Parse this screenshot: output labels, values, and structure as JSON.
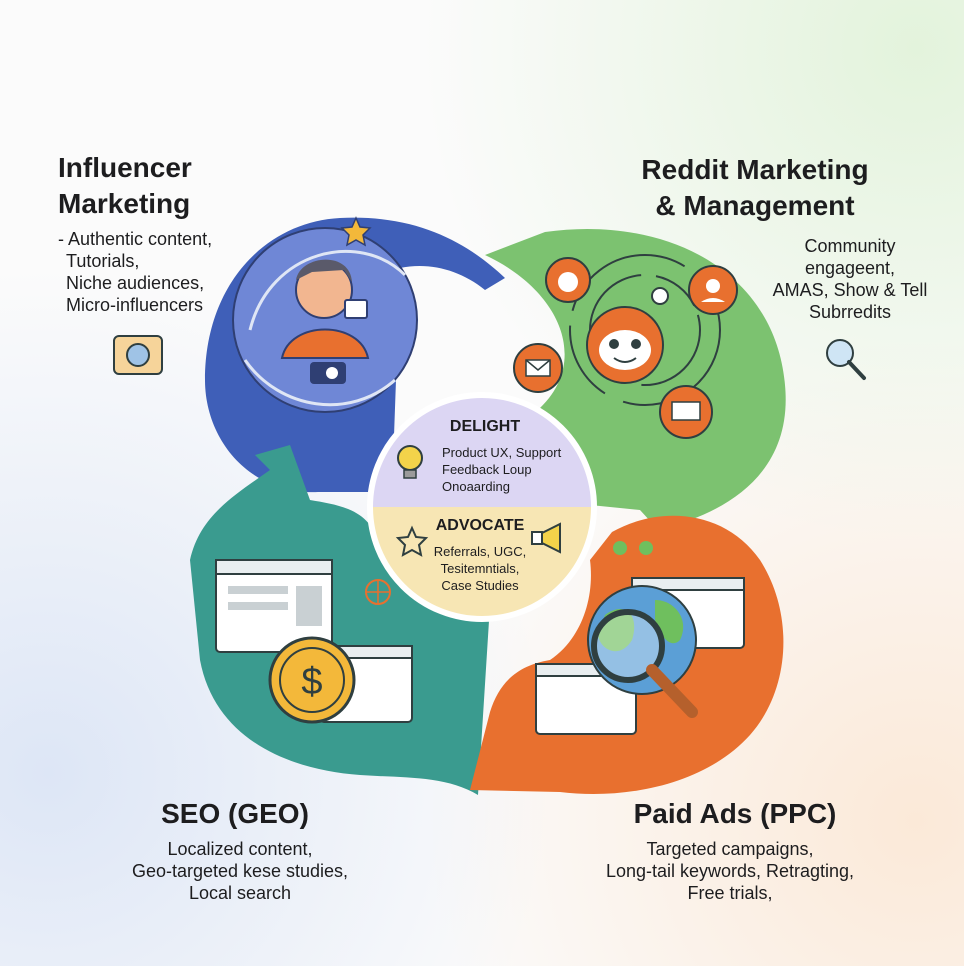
{
  "segments": {
    "influencer": {
      "title_lines": [
        "Influencer",
        "Marketing"
      ],
      "desc_lines": [
        "- Authentic content,",
        "Tutorials,",
        "Niche audiences,",
        "Micro-influencers"
      ],
      "color": "#3f5fb8",
      "icons": [
        "person-icon",
        "camera-icon",
        "star-icon"
      ]
    },
    "reddit": {
      "title_lines": [
        "Reddit Marketing",
        "& Management"
      ],
      "desc_lines": [
        "Community",
        "engageent,",
        "AMAS, Show & Tell",
        "Subrredits"
      ],
      "color": "#7cc270",
      "icons": [
        "reddit-icon",
        "envelope-icon",
        "headset-icon",
        "chat-icon",
        "magnifier-icon"
      ]
    },
    "seo": {
      "title_lines": [
        "SEO (GEO)"
      ],
      "desc_lines": [
        "Localized content,",
        "Geo-targeted kese studies,",
        "Local search"
      ],
      "color": "#3a9b8f",
      "icons": [
        "browser-icon",
        "dollar-coin-icon",
        "globe-icon"
      ]
    },
    "paid": {
      "title_lines": [
        "Paid Ads (PPC)"
      ],
      "desc_lines": [
        "Targeted campaigns,",
        "Long-tail keywords, Retragting,",
        "Free trials,"
      ],
      "color": "#e8702f",
      "icons": [
        "globe-search-icon",
        "browser-icon"
      ]
    }
  },
  "center": {
    "delight": {
      "label": "DELIGHT",
      "lines": [
        "Product UX, Support",
        "Feedback Loup",
        "Onoaarding"
      ],
      "color": "#dcd6f3",
      "icon": "lightbulb-icon"
    },
    "advocate": {
      "label": "ADVOCATE",
      "lines": [
        "Referrals, UGC,",
        "Tesitemntials,",
        "Case Studies"
      ],
      "color": "#f7e6b4",
      "icons": [
        "star-outline-icon",
        "megaphone-icon"
      ]
    }
  }
}
